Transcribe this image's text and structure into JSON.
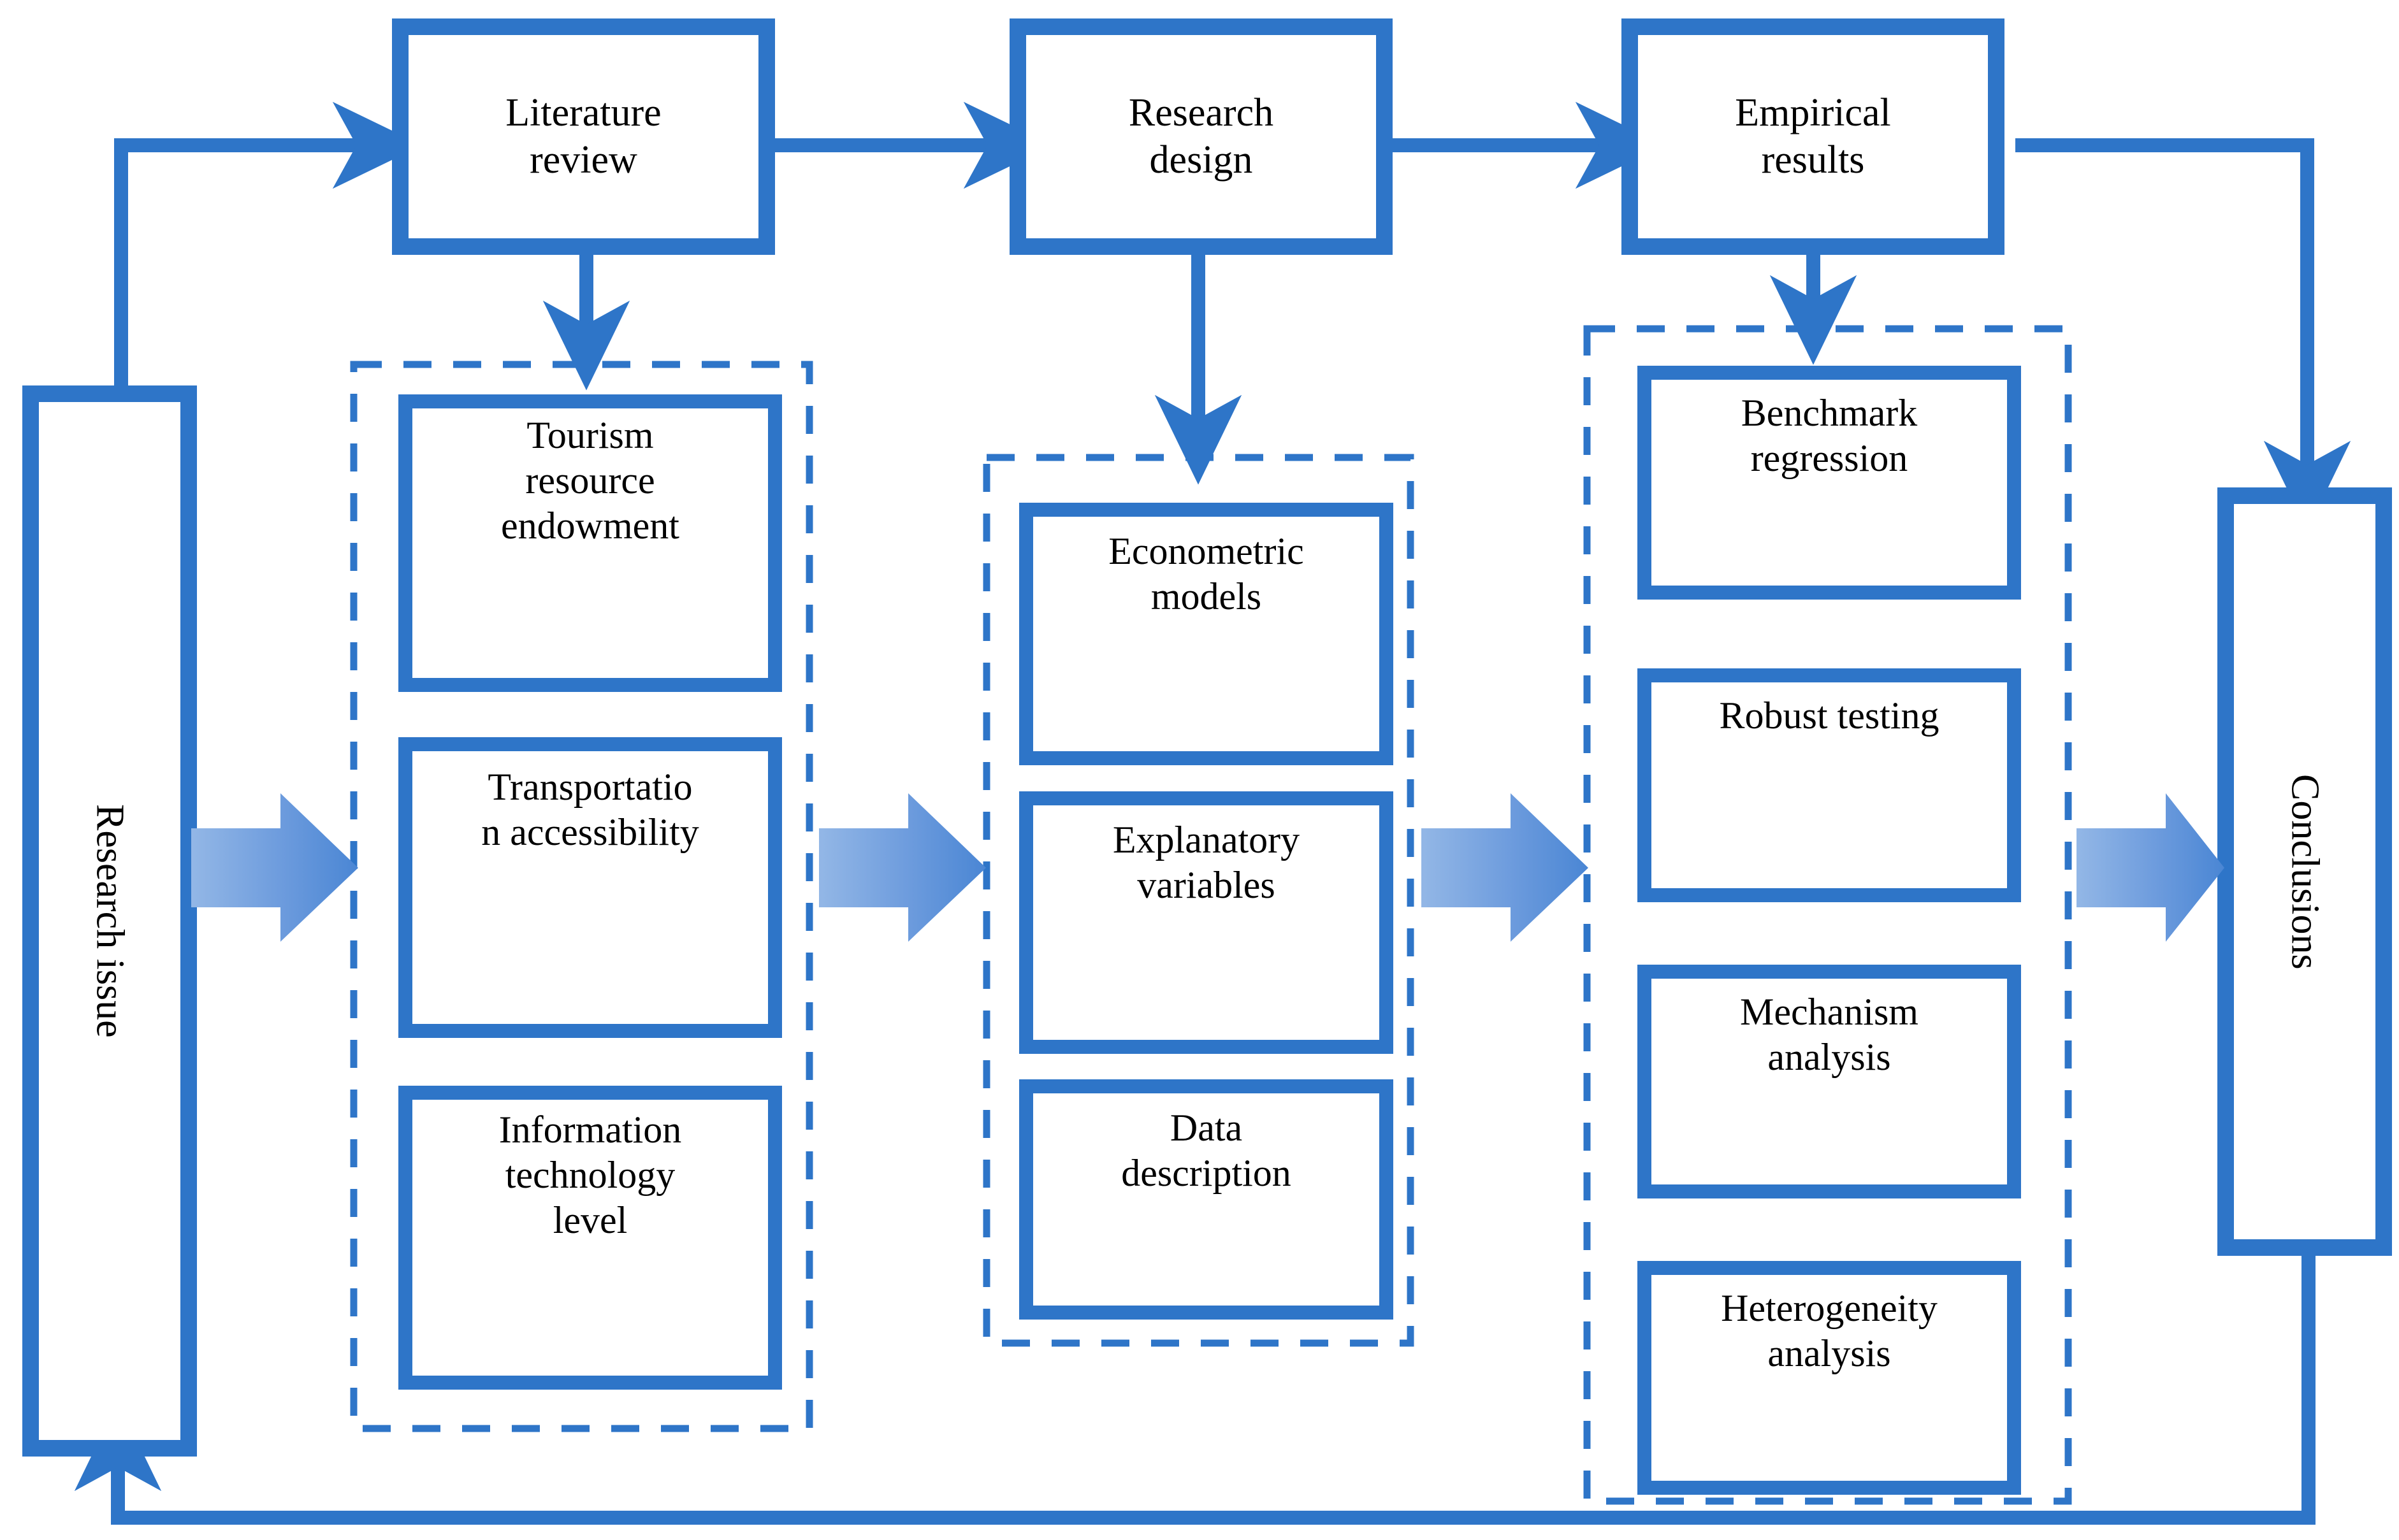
{
  "diagram": {
    "type": "research-framework-flowchart",
    "colors": {
      "line": "#2E75C8",
      "box_border": "#2E75C8",
      "dashed_border": "#2E75C8",
      "block_arrow_light": "#8FB4E3",
      "block_arrow_dark": "#4A86D4",
      "text": "#000000",
      "background": "#FFFFFF"
    },
    "stages": {
      "research_issue": "Research issue",
      "literature_review": "Literature\nreview",
      "research_design": "Research\ndesign",
      "empirical_results": "Empirical\nresults",
      "conclusions": "Conclusions"
    },
    "groups": [
      {
        "name": "determinants-group",
        "items": [
          "Tourism\nresource\nendowment",
          "Transportatio\nn accessibility",
          "Information\ntechnology\nlevel"
        ]
      },
      {
        "name": "methodology-group",
        "items": [
          "Econometric\nmodels",
          "Explanatory\nvariables",
          "Data\ndescription"
        ]
      },
      {
        "name": "analysis-group",
        "items": [
          "Benchmark\nregression",
          "Robust testing",
          "Mechanism\nanalysis",
          "Heterogeneity\nanalysis"
        ]
      }
    ],
    "connectors": [
      {
        "name": "research-issue-to-literature-review",
        "style": "thin-arrow"
      },
      {
        "name": "literature-review-to-research-design",
        "style": "thin-arrow"
      },
      {
        "name": "research-design-to-empirical-results",
        "style": "thin-arrow"
      },
      {
        "name": "literature-review-to-determinants-group",
        "style": "thin-arrow"
      },
      {
        "name": "research-design-to-methodology-group",
        "style": "thin-arrow"
      },
      {
        "name": "empirical-results-to-analysis-group",
        "style": "thin-arrow"
      },
      {
        "name": "empirical-results-to-conclusions",
        "style": "thin-arrow"
      },
      {
        "name": "conclusions-to-research-issue-feedback",
        "style": "thin-arrow"
      },
      {
        "name": "research-issue-to-determinants-block-arrow",
        "style": "block-arrow"
      },
      {
        "name": "determinants-to-methodology-block-arrow",
        "style": "block-arrow"
      },
      {
        "name": "methodology-to-analysis-block-arrow",
        "style": "block-arrow"
      },
      {
        "name": "analysis-to-conclusions-block-arrow",
        "style": "block-arrow"
      }
    ]
  }
}
